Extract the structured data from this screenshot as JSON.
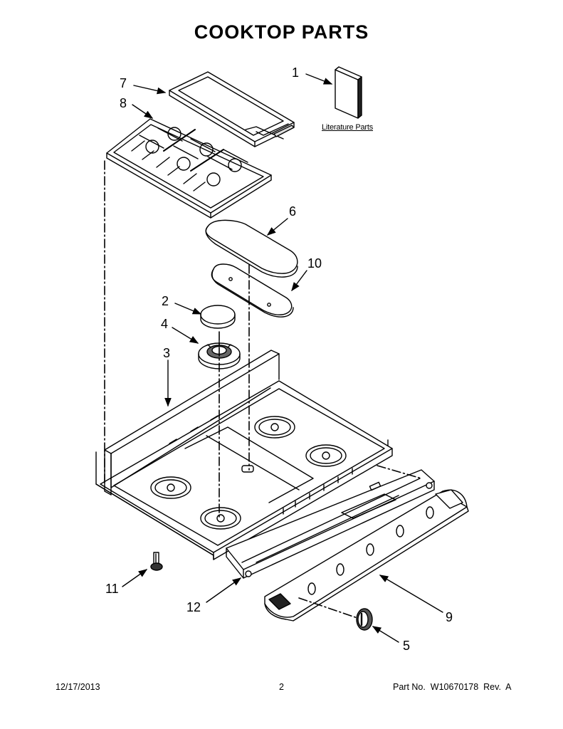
{
  "title": "COOKTOP PARTS",
  "literature_label": "Literature Parts",
  "callouts": [
    "1",
    "2",
    "3",
    "4",
    "5",
    "6",
    "7",
    "8",
    "9",
    "10",
    "11",
    "12"
  ],
  "footer": {
    "date": "12/17/2013",
    "page": "2",
    "part": "Part No.  W10670178  Rev.  A"
  }
}
